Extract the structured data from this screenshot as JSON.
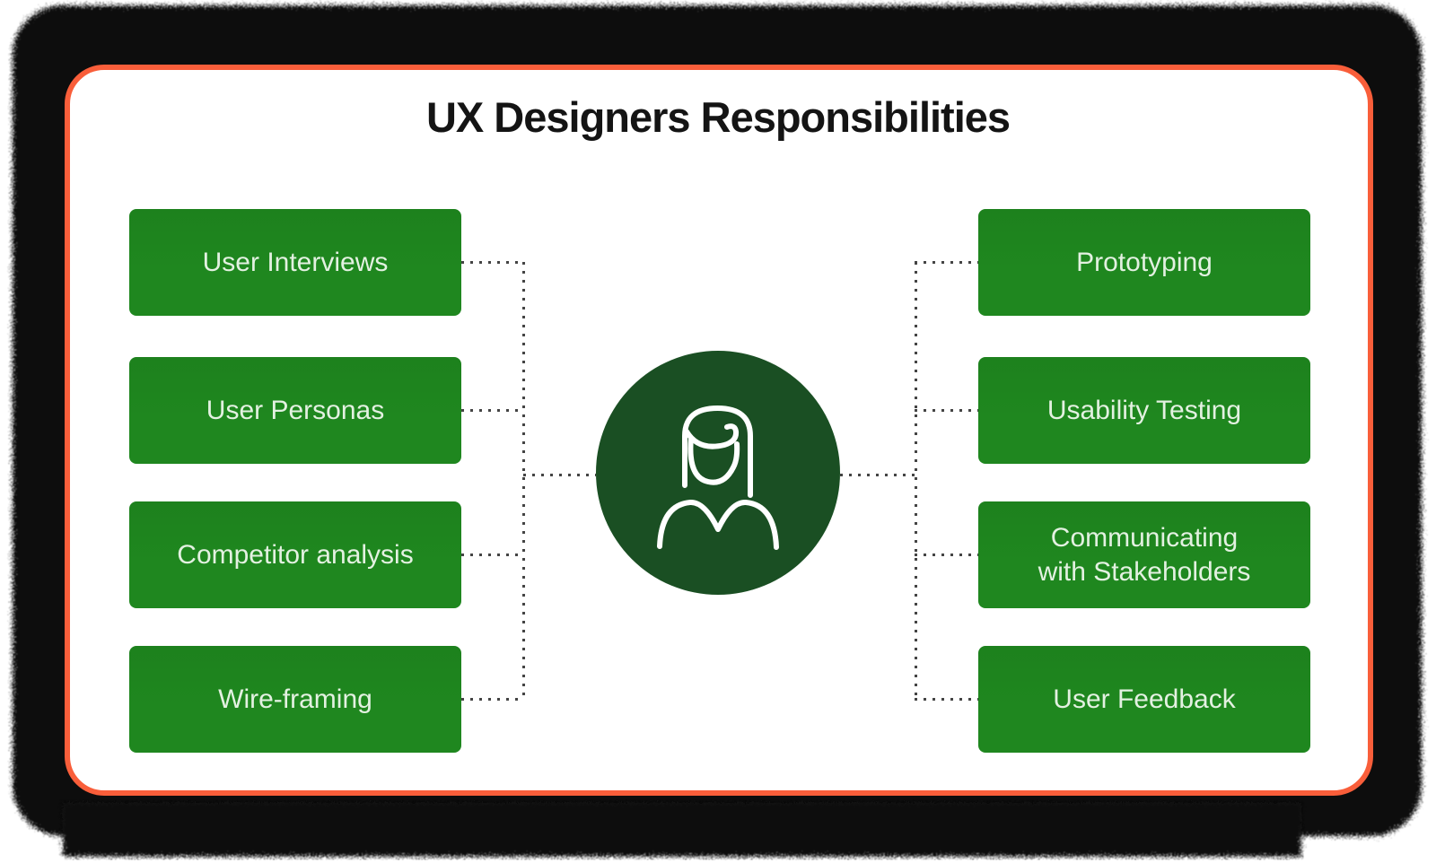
{
  "title": "UX Designers Responsibilities",
  "boxes": {
    "left": [
      "User Interviews",
      "User Personas",
      "Competitor analysis",
      "Wire-framing"
    ],
    "right": [
      "Prototyping",
      "Usability Testing",
      "Communicating with Stakeholders",
      "User Feedback"
    ]
  },
  "center": {
    "icon": "female-user-icon"
  },
  "colors": {
    "box_green": "#1f871f",
    "avatar_circle_green": "#1a4f23",
    "card_border_orange": "#f95e3a",
    "connector_gray": "#444444",
    "box_text": "#e3f1e1",
    "title_text": "#141414",
    "outer_frame_black": "#070707",
    "card_background": "#ffffff",
    "icon_stroke": "#ffffff"
  }
}
